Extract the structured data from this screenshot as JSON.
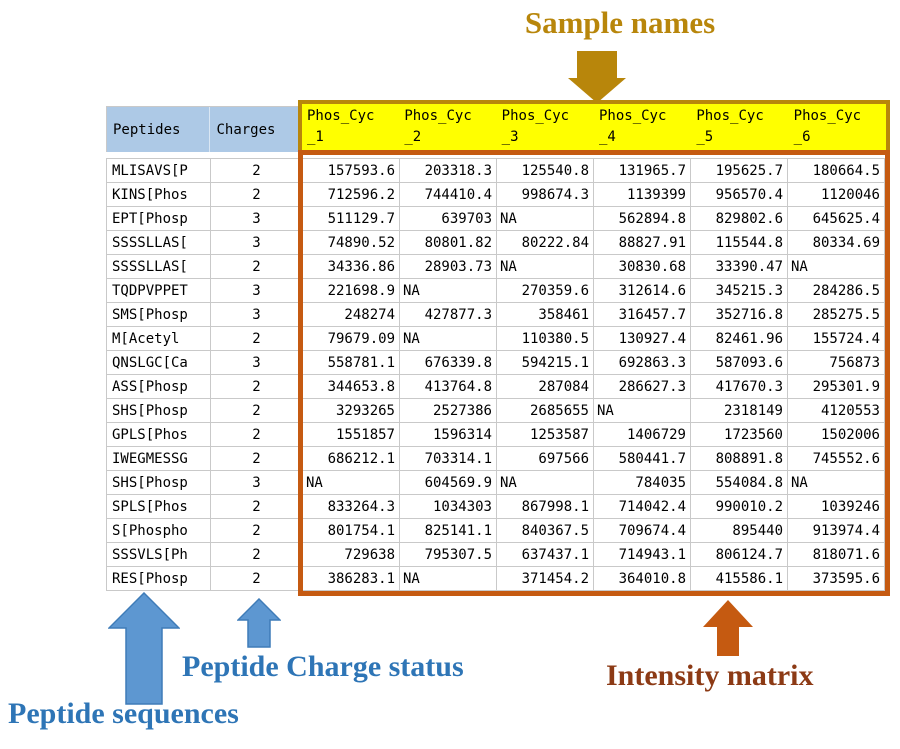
{
  "annotations": {
    "sample_names": "Sample names",
    "peptide_sequences": "Peptide sequences",
    "peptide_charge_status": "Peptide Charge status",
    "intensity_matrix": "Intensity matrix"
  },
  "colors": {
    "gold_accent": "#B8860B",
    "header_highlight_yellow": "#FFFF00",
    "header_blue_fill": "#ADC9E6",
    "intensity_box_orange": "#C55A11",
    "intensity_label_brown": "#8C3A15",
    "annotation_blue": "#2E75B6",
    "blue_arrow_fill": "#5D97D1",
    "gridline_gray": "#C9C9C9"
  },
  "table": {
    "header": {
      "peptides": "Peptides",
      "charges": "Charges",
      "samples": [
        {
          "top": "Phos_Cyc",
          "bottom": "_1"
        },
        {
          "top": "Phos_Cyc",
          "bottom": "_2"
        },
        {
          "top": "Phos_Cyc",
          "bottom": "_3"
        },
        {
          "top": "Phos_Cyc",
          "bottom": "_4"
        },
        {
          "top": "Phos_Cyc",
          "bottom": "_5"
        },
        {
          "top": "Phos_Cyc",
          "bottom": "_6"
        }
      ]
    },
    "rows": [
      {
        "peptide": "MLISAVS[P",
        "charge": "2",
        "values": [
          "157593.6",
          "203318.3",
          "125540.8",
          "131965.7",
          "195625.7",
          "180664.5"
        ]
      },
      {
        "peptide": "KINS[Phos",
        "charge": "2",
        "values": [
          "712596.2",
          "744410.4",
          "998674.3",
          "1139399",
          "956570.4",
          "1120046"
        ]
      },
      {
        "peptide": "EPT[Phosp",
        "charge": "3",
        "values": [
          "511129.7",
          "639703",
          "NA",
          "562894.8",
          "829802.6",
          "645625.4"
        ]
      },
      {
        "peptide": "SSSSLLAS[",
        "charge": "3",
        "values": [
          "74890.52",
          "80801.82",
          "80222.84",
          "88827.91",
          "115544.8",
          "80334.69"
        ]
      },
      {
        "peptide": "SSSSLLAS[",
        "charge": "2",
        "values": [
          "34336.86",
          "28903.73",
          "NA",
          "30830.68",
          "33390.47",
          "NA"
        ]
      },
      {
        "peptide": "TQDPVPPET",
        "charge": "3",
        "values": [
          "221698.9",
          "NA",
          "270359.6",
          "312614.6",
          "345215.3",
          "284286.5"
        ]
      },
      {
        "peptide": "SMS[Phosp",
        "charge": "3",
        "values": [
          "248274",
          "427877.3",
          "358461",
          "316457.7",
          "352716.8",
          "285275.5"
        ]
      },
      {
        "peptide": "M[Acetyl",
        "charge": "2",
        "values": [
          "79679.09",
          "NA",
          "110380.5",
          "130927.4",
          "82461.96",
          "155724.4"
        ]
      },
      {
        "peptide": "QNSLGC[Ca",
        "charge": "3",
        "values": [
          "558781.1",
          "676339.8",
          "594215.1",
          "692863.3",
          "587093.6",
          "756873"
        ]
      },
      {
        "peptide": "ASS[Phosp",
        "charge": "2",
        "values": [
          "344653.8",
          "413764.8",
          "287084",
          "286627.3",
          "417670.3",
          "295301.9"
        ]
      },
      {
        "peptide": "SHS[Phosp",
        "charge": "2",
        "values": [
          "3293265",
          "2527386",
          "2685655",
          "NA",
          "2318149",
          "4120553"
        ]
      },
      {
        "peptide": "GPLS[Phos",
        "charge": "2",
        "values": [
          "1551857",
          "1596314",
          "1253587",
          "1406729",
          "1723560",
          "1502006"
        ]
      },
      {
        "peptide": "IWEGMESSG",
        "charge": "2",
        "values": [
          "686212.1",
          "703314.1",
          "697566",
          "580441.7",
          "808891.8",
          "745552.6"
        ]
      },
      {
        "peptide": "SHS[Phosp",
        "charge": "3",
        "values": [
          "NA",
          "604569.9",
          "NA",
          "784035",
          "554084.8",
          "NA"
        ]
      },
      {
        "peptide": "SPLS[Phos",
        "charge": "2",
        "values": [
          "833264.3",
          "1034303",
          "867998.1",
          "714042.4",
          "990010.2",
          "1039246"
        ]
      },
      {
        "peptide": "S[Phospho",
        "charge": "2",
        "values": [
          "801754.1",
          "825141.1",
          "840367.5",
          "709674.4",
          "895440",
          "913974.4"
        ]
      },
      {
        "peptide": "SSSVLS[Ph",
        "charge": "2",
        "values": [
          "729638",
          "795307.5",
          "637437.1",
          "714943.1",
          "806124.7",
          "818071.6"
        ]
      },
      {
        "peptide": "RES[Phosp",
        "charge": "2",
        "values": [
          "386283.1",
          "NA",
          "371454.2",
          "364010.8",
          "415586.1",
          "373595.6"
        ]
      }
    ]
  }
}
